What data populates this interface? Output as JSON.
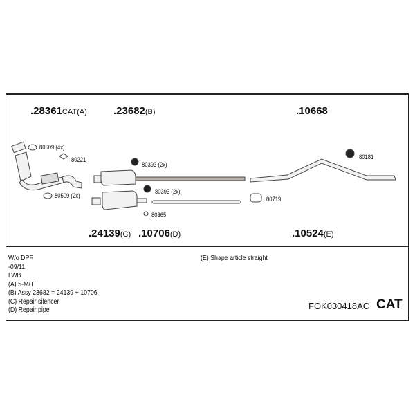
{
  "parts": {
    "p28361": {
      "number": ".28361",
      "suffix": "CAT(A)"
    },
    "p23682": {
      "number": ".23682",
      "suffix": "(B)"
    },
    "p10668": {
      "number": ".10668",
      "suffix": ""
    },
    "p24139": {
      "number": ".24139",
      "suffix": "(C)"
    },
    "p10706": {
      "number": ".10706",
      "suffix": "(D)"
    },
    "p10524": {
      "number": ".10524",
      "suffix": "(E)"
    }
  },
  "accessories": {
    "a80509_4": "80509 (4x)",
    "a80221": "80221",
    "a80509_2": "80509 (2x)",
    "a80393_top": "80393 (2x)",
    "a80393_bot": "80393 (2x)",
    "a80365": "80365",
    "a80719": "80719",
    "a80181": "80181"
  },
  "notes": [
    "W/o DPF",
    "-09/11",
    "LWB",
    "(A) 5-M/T",
    "(B) Assy 23682 = 24139 + 10706",
    "(C) Repair silencer",
    "(D) Repair pipe"
  ],
  "note_e": "(E) Shape article straight",
  "set_code": "FOK030418AC",
  "cat_label": "CAT"
}
